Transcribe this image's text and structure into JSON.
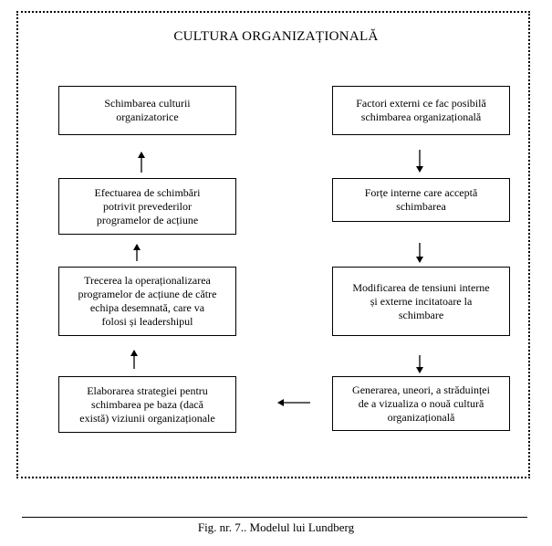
{
  "title": "CULTURA ORGANIZAȚIONALĂ",
  "left_column": [
    "Schimbarea culturii\norganizatorice",
    "Efectuarea de schimbări\npotrivit prevederilor\nprogramelor de acțiune",
    "Trecerea la operaționalizarea\nprogramelor de acțiune de către\nechipa desemnată, care va\nfolosi și leadershipul",
    "Elaborarea strategiei pentru\nschimbarea pe baza (dacă\nexistă) viziunii organizaționale"
  ],
  "right_column": [
    "Factori externi ce fac posibilă\nschimbarea organizațională",
    "Forțe interne care acceptă\nschimbarea",
    "Modificarea de tensiuni interne\nși externe incitatoare la\nschimbare",
    "Generarea, uneori, a străduinței\nde a vizualiza o nouă cultură\norganizațională"
  ],
  "caption": "Fig. nr. 7.. Modelul lui Lundberg"
}
